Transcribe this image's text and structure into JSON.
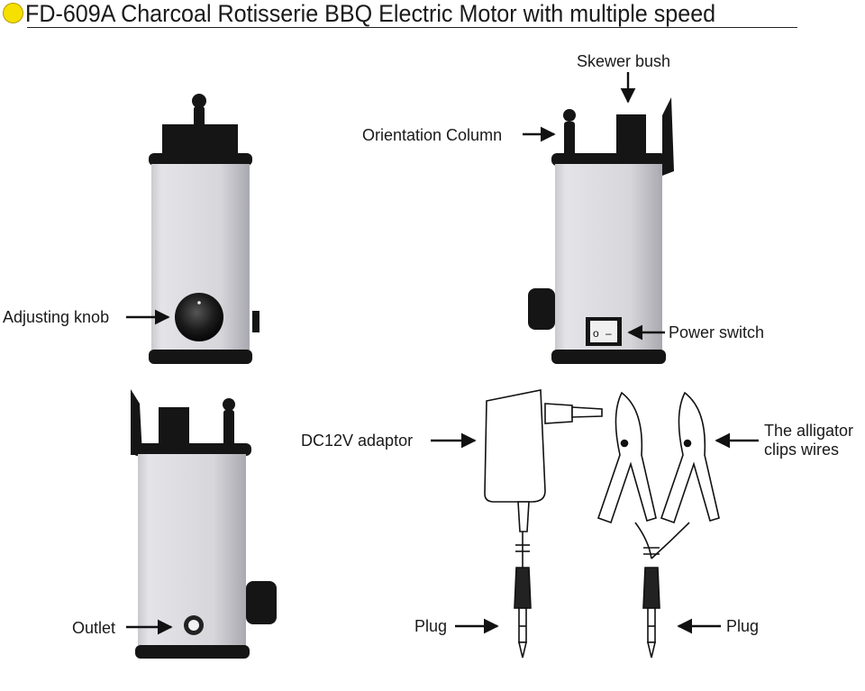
{
  "title": "FD-609A Charcoal Rotisserie BBQ Electric Motor with multiple speed",
  "colors": {
    "accent_dot": "#f5e000",
    "body_gray": "#d8d8dc",
    "cap_black": "#1a1a1a"
  },
  "labels": {
    "adjusting_knob": "Adjusting knob",
    "skewer_bush": "Skewer bush",
    "orientation_column": "Orientation Column",
    "power_switch": "Power switch",
    "outlet": "Outlet",
    "dc_adaptor": "DC12V adaptor",
    "alligator_line1": "The alligator",
    "alligator_line2": "clips wires",
    "plug_left": "Plug",
    "plug_right": "Plug",
    "switch_on_glyph": "o",
    "switch_off_glyph": "–"
  }
}
